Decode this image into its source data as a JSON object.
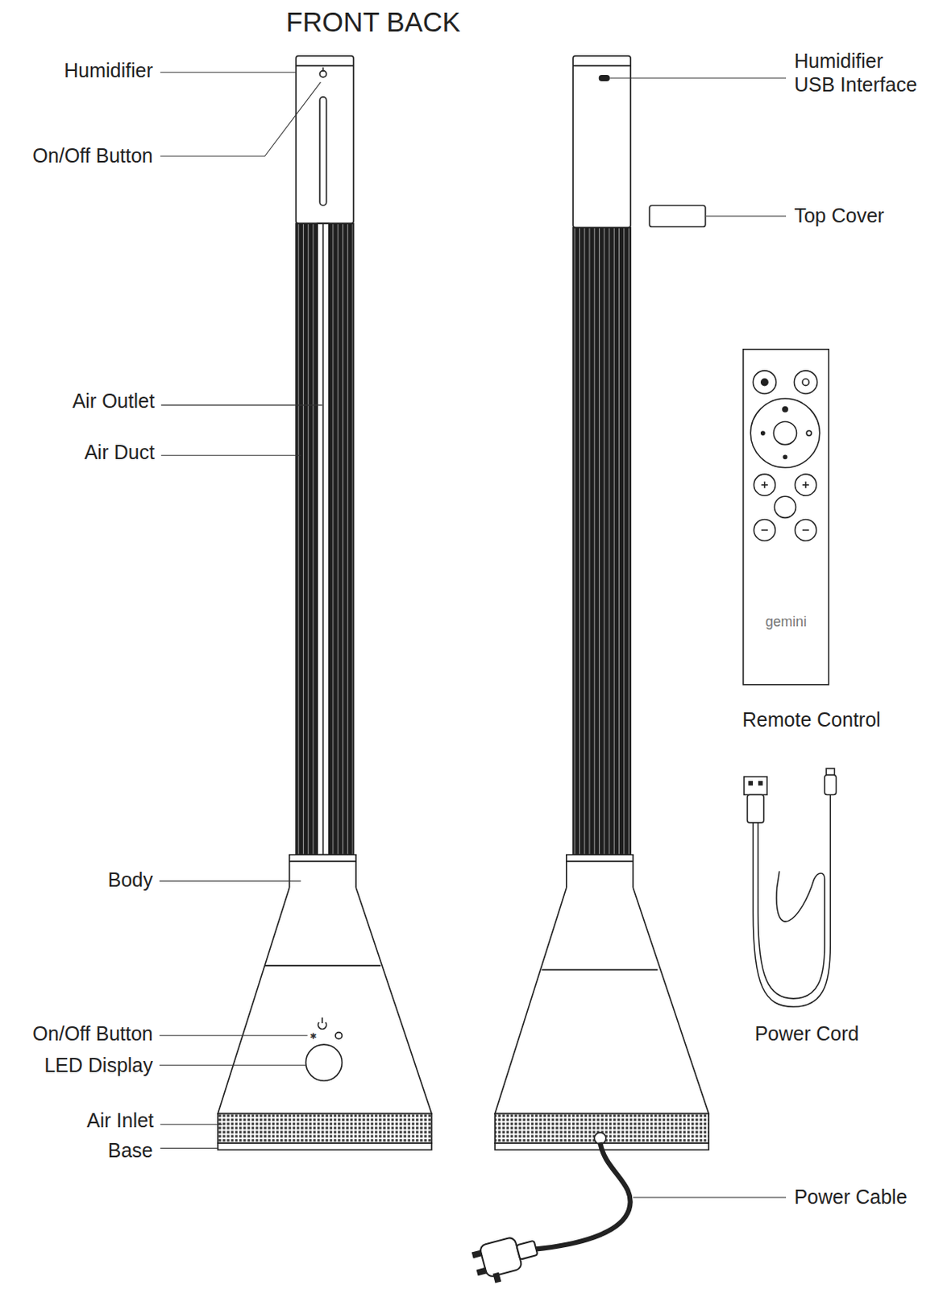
{
  "diagram": {
    "title": "FRONT BACK",
    "labels": [
      "Humidifier",
      "On/Off Button",
      "Air Outlet",
      "Air Duct",
      "Body",
      "On/Off Button",
      "LED Display",
      "Air Inlet",
      "Base",
      "Humidifier USB Interface",
      "Top Cover",
      "gemini",
      "Remote Control",
      "Power Cord",
      "Power Cable"
    ]
  }
}
